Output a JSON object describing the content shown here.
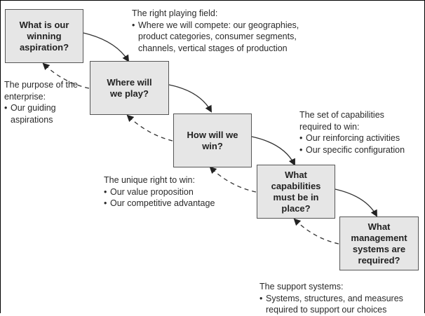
{
  "boxes": [
    {
      "label": "What is our winning aspiration?"
    },
    {
      "label": "Where will we play?"
    },
    {
      "label": "How will we win?"
    },
    {
      "label": "What capabilities must be in place?"
    },
    {
      "label": "What management systems are required?"
    }
  ],
  "notes": {
    "playing_field": {
      "title": "The right playing field:",
      "bullets": [
        "Where we will compete: our geographies, product categories, consumer segments, channels, vertical stages of production"
      ]
    },
    "purpose": {
      "title": "The purpose of the enterprise:",
      "bullets": [
        "Our guiding aspirations"
      ]
    },
    "capabilities": {
      "title": "The set of capabilities required to win:",
      "bullets": [
        "Our reinforcing activities",
        "Our specific configuration"
      ]
    },
    "right_to_win": {
      "title": "The unique right to win:",
      "bullets": [
        "Our value proposition",
        "Our competitive advantage"
      ]
    },
    "support": {
      "title": "The support systems:",
      "bullets": [
        "Systems, structures, and measures required to support our choices"
      ]
    }
  },
  "colors": {
    "box_fill": "#e6e6e6",
    "box_border": "#555555",
    "arrow": "#333333"
  }
}
